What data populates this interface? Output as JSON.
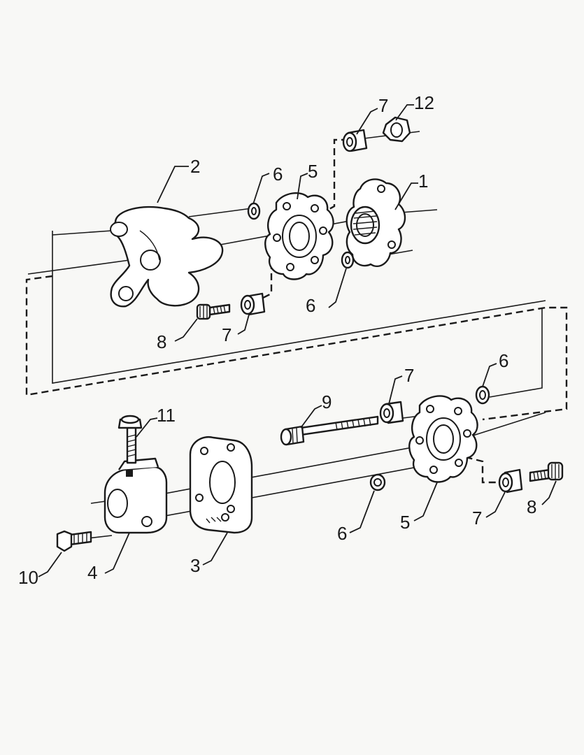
{
  "diagram": {
    "callouts": [
      {
        "id": "c1",
        "text": "1"
      },
      {
        "id": "c2",
        "text": "2"
      },
      {
        "id": "c3",
        "text": "3"
      },
      {
        "id": "c4",
        "text": "4"
      },
      {
        "id": "c5a",
        "text": "5"
      },
      {
        "id": "c5b",
        "text": "5"
      },
      {
        "id": "c6a",
        "text": "6"
      },
      {
        "id": "c6b",
        "text": "6"
      },
      {
        "id": "c6c",
        "text": "6"
      },
      {
        "id": "c6d",
        "text": "6"
      },
      {
        "id": "c7a",
        "text": "7"
      },
      {
        "id": "c7b",
        "text": "7"
      },
      {
        "id": "c7c",
        "text": "7"
      },
      {
        "id": "c7d",
        "text": "7"
      },
      {
        "id": "c8a",
        "text": "8"
      },
      {
        "id": "c8b",
        "text": "8"
      },
      {
        "id": "c9",
        "text": "9"
      },
      {
        "id": "c10",
        "text": "10"
      },
      {
        "id": "c11",
        "text": "11"
      },
      {
        "id": "c12",
        "text": "12"
      }
    ]
  }
}
